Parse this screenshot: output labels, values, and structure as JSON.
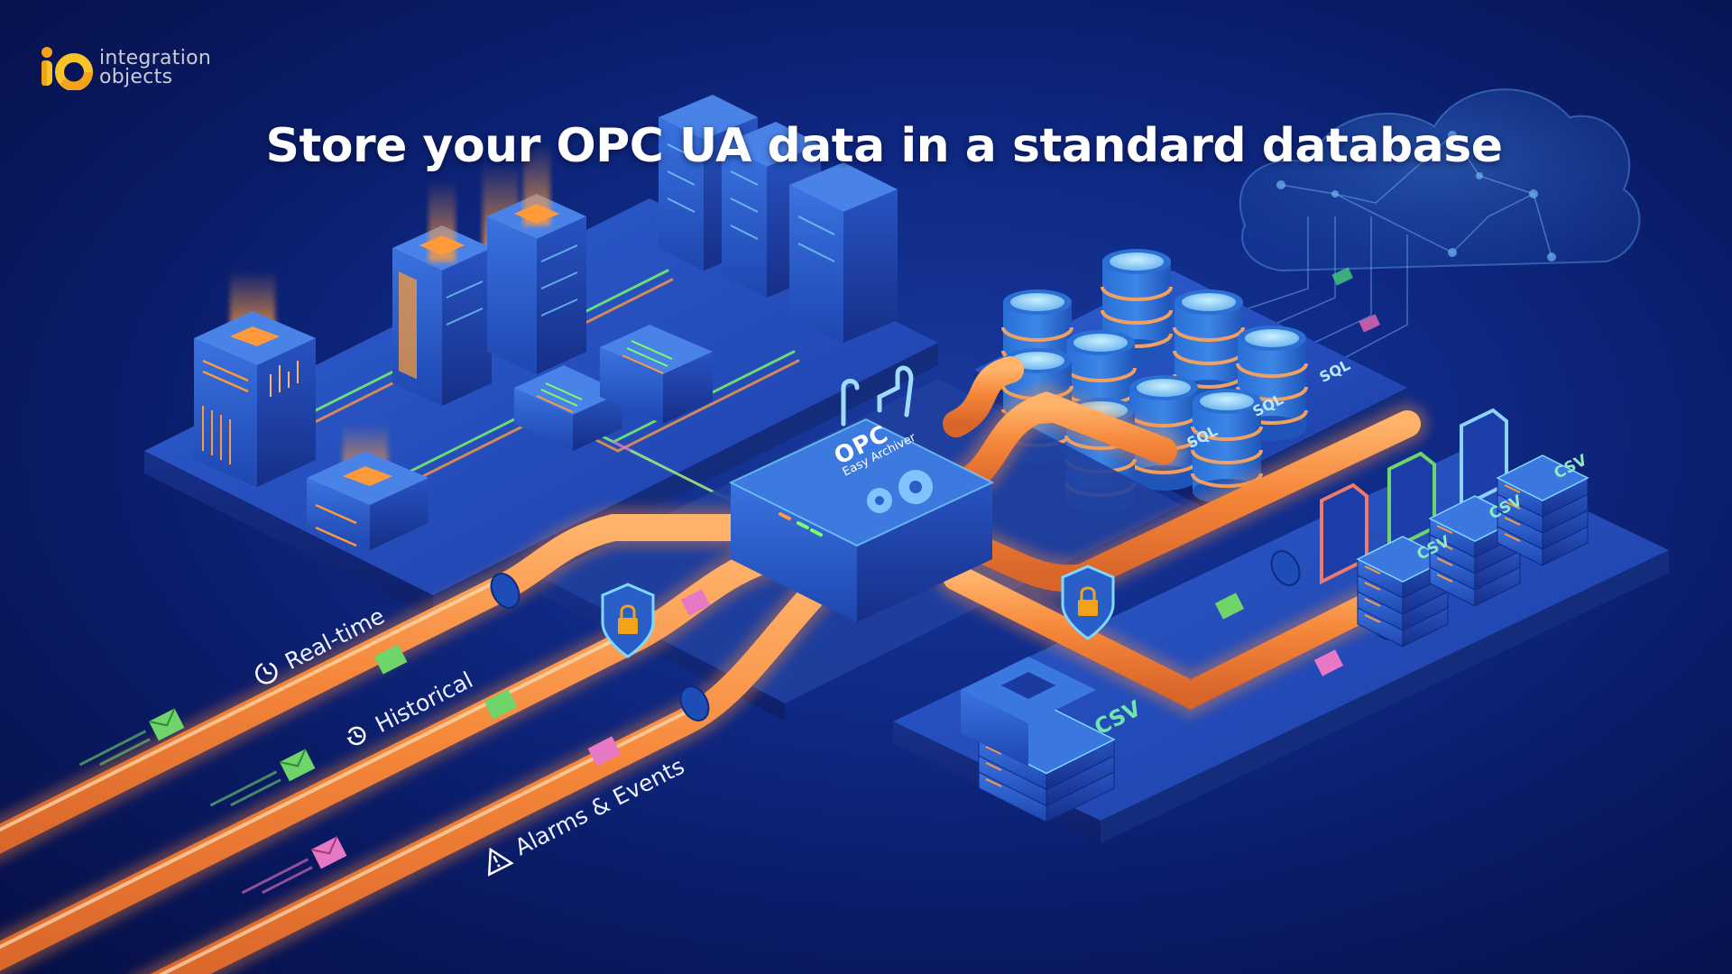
{
  "brand": {
    "logo_mark": "io",
    "name_line1": "integration",
    "name_line2": "objects",
    "colors": {
      "orange": "#f5a21b",
      "yellow": "#f7c52a",
      "text": "#c9ccd6"
    }
  },
  "headline": "Store your OPC UA data in a standard database",
  "hub": {
    "brand": "OPC",
    "product": "Easy Archiver",
    "icons": [
      "gear-icon",
      "gear-icon"
    ]
  },
  "data_streams": [
    {
      "label": "Real-time",
      "icon": "clock-refresh-icon",
      "envelope_color": "#6fd46a"
    },
    {
      "label": "Historical",
      "icon": "history-icon",
      "envelope_color": "#6fd46a"
    },
    {
      "label": "Alarms & Events",
      "icon": "warning-icon",
      "envelope_color": "#e678c4"
    }
  ],
  "destinations": {
    "sql": {
      "tag": "SQL",
      "tags": [
        "SQL",
        "SQL",
        "SQL"
      ],
      "cylinder_count": 9
    },
    "csv": {
      "tag": "CSV",
      "tags": [
        "CSV",
        "CSV",
        "CSV",
        "CSV"
      ]
    },
    "cloud": {
      "icon": "cloud-network-icon"
    }
  },
  "security": {
    "icon": "shield-lock-icon",
    "count": 2
  },
  "colors": {
    "background": "#0f2a86",
    "pipe": "#f5873a",
    "pipe_glow": "#ffb36b",
    "platform": "#2a56c4",
    "accent_green": "#6fd46a",
    "accent_pink": "#e678c4",
    "accent_cyan": "#7fd9ff"
  }
}
